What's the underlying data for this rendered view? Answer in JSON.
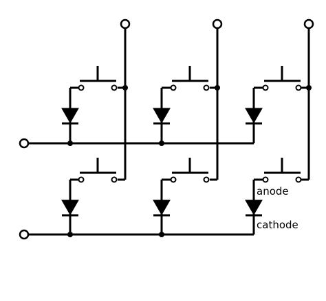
{
  "labels": {
    "anode": "anode",
    "cathode": "cathode"
  },
  "matrix": {
    "rows": 2,
    "columns": 3
  }
}
